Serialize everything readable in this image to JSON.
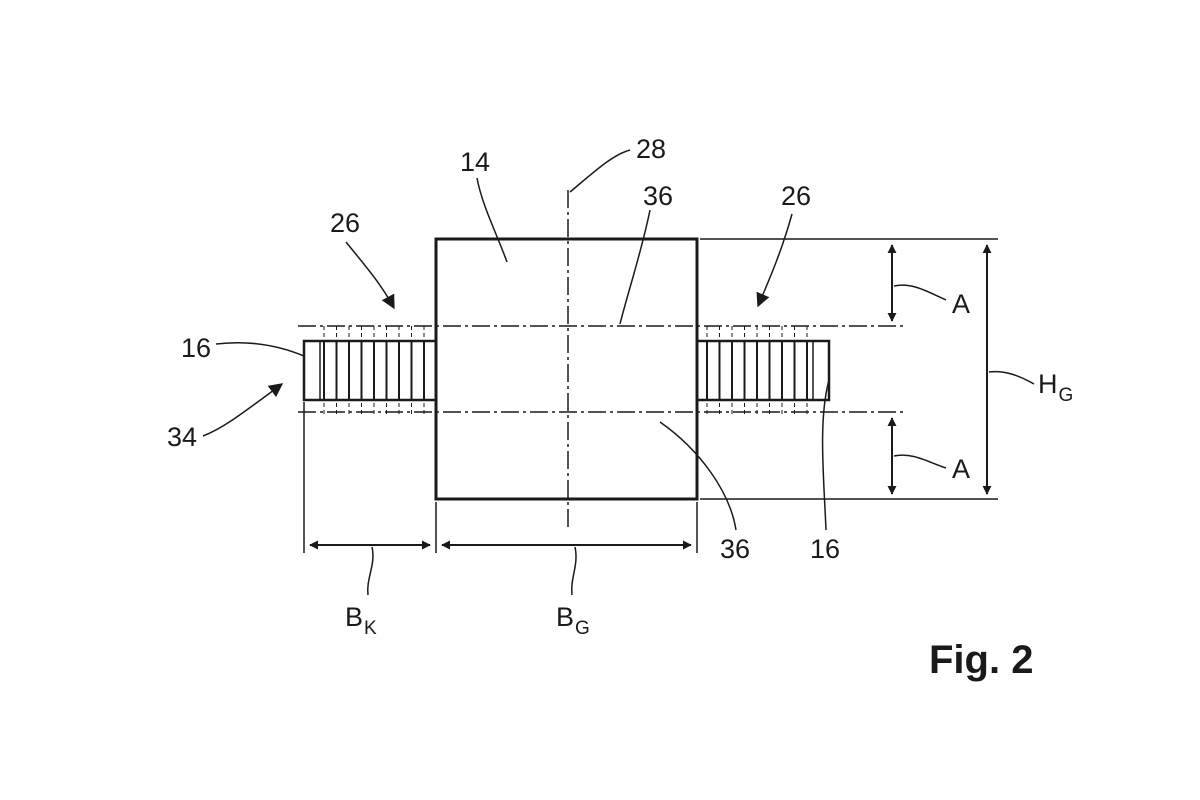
{
  "figure_label": "Fig. 2",
  "reference_numerals": {
    "block": "14",
    "axis": "28",
    "centerline_upper": "36",
    "centerline_lower": "36",
    "assembly_left": "26",
    "assembly_right": "26",
    "fins_left": "16",
    "fins_right": "16",
    "unit": "34"
  },
  "dimensions": {
    "a_upper": "A",
    "a_lower": "A",
    "height": {
      "main": "H",
      "sub": "G"
    },
    "width_fins": {
      "main": "B",
      "sub": "K"
    },
    "width_block": {
      "main": "B",
      "sub": "G"
    }
  },
  "colors": {
    "ink": "#1a1a1a",
    "background": "#ffffff"
  }
}
